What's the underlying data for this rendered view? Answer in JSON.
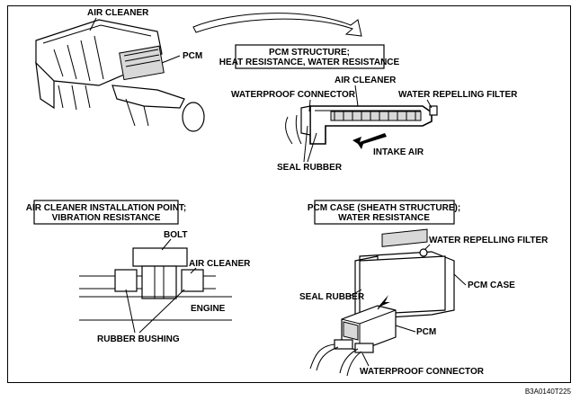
{
  "labels": {
    "air_cleaner_top": "AIR CLEANER",
    "pcm_top": "PCM",
    "pcm_structure_line1": "PCM STRUCTURE;",
    "pcm_structure_line2": "HEAT RESISTANCE, WATER RESISTANCE",
    "air_cleaner_structure": "AIR CLEANER",
    "waterproof_connector_top": "WATERPROOF CONNECTOR",
    "water_repelling_filter_top": "WATER REPELLING FILTER",
    "intake_air": "INTAKE AIR",
    "seal_rubber_top": "SEAL RUBBER",
    "install_point_line1": "AIR CLEANER INSTALLATION POINT;",
    "install_point_line2": "VIBRATION RESISTANCE",
    "bolt": "BOLT",
    "air_cleaner_bottom": "AIR CLEANER",
    "engine": "ENGINE",
    "rubber_bushing": "RUBBER BUSHING",
    "pcm_case_line1": "PCM CASE (SHEATH STRUCTURE);",
    "pcm_case_line2": "WATER RESISTANCE",
    "water_repelling_filter_bottom": "WATER REPELLING FILTER",
    "pcm_case": "PCM CASE",
    "seal_rubber_bottom": "SEAL RUBBER",
    "pcm_bottom": "PCM",
    "waterproof_connector_bottom": "WATERPROOF CONNECTOR",
    "figure_id": "B3A0140T225"
  }
}
